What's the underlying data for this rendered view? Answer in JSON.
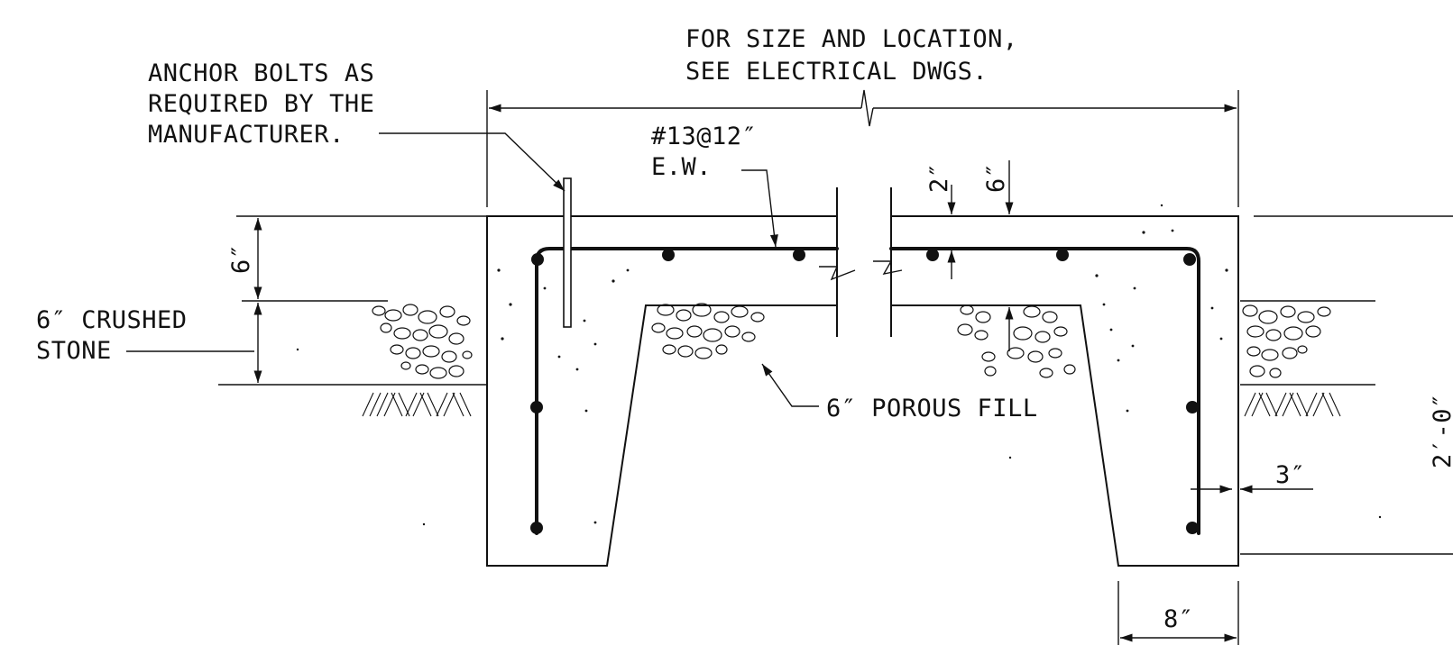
{
  "notes": {
    "size_location_line1": "FOR SIZE AND LOCATION,",
    "size_location_line2": "SEE ELECTRICAL DWGS.",
    "anchor_line1": "ANCHOR BOLTS AS",
    "anchor_line2": "REQUIRED BY THE",
    "anchor_line3": "MANUFACTURER.",
    "rebar_line1": "#13@12″",
    "rebar_line2": "E.W.",
    "crushed_line1": "6″ CRUSHED",
    "crushed_line2": "STONE",
    "porous_fill": "6″ POROUS FILL"
  },
  "dimensions": {
    "slab_thickness": "6″",
    "top_cover": "2″",
    "slab_depth": "6″",
    "side_cover": "3″",
    "wall_base": "8″",
    "total_depth": "2′-0″"
  }
}
